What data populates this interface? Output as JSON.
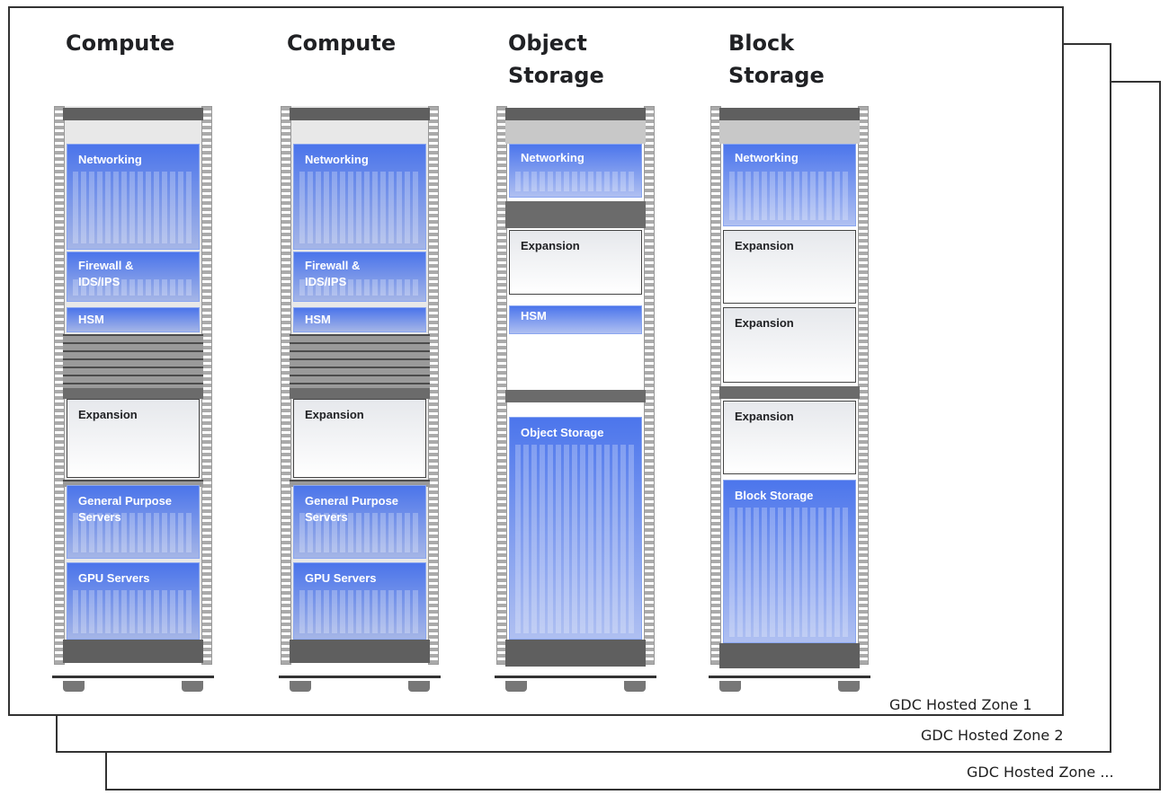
{
  "zones": [
    {
      "label": "GDC Hosted  Zone 1"
    },
    {
      "label": "GDC Hosted Zone 2"
    },
    {
      "label": "GDC Hosted Zone ..."
    }
  ],
  "racks": [
    {
      "title_line1": "",
      "title_line2": "Compute",
      "units": {
        "networking": "Networking",
        "firewall": "Firewall & IDS/IPS",
        "hsm": "HSM",
        "expansion": "Expansion",
        "general": "General Purpose Servers",
        "gpu": "GPU Servers"
      }
    },
    {
      "title_line1": "",
      "title_line2": "Compute",
      "units": {
        "networking": "Networking",
        "firewall": "Firewall & IDS/IPS",
        "hsm": "HSM",
        "expansion": "Expansion",
        "general": "General Purpose Servers",
        "gpu": "GPU Servers"
      }
    },
    {
      "title_line1": "Object",
      "title_line2": "Storage",
      "units": {
        "networking": "Networking",
        "expansion": "Expansion",
        "hsm": "HSM",
        "object_storage": "Object Storage"
      }
    },
    {
      "title_line1": "Block",
      "title_line2": "Storage",
      "units": {
        "networking": "Networking",
        "expansion1": "Expansion",
        "expansion2": "Expansion",
        "expansion3": "Expansion",
        "block_storage": "Block Storage"
      }
    }
  ],
  "colors": {
    "accent_blue": "#426EEB",
    "zone_border": "#333333"
  }
}
